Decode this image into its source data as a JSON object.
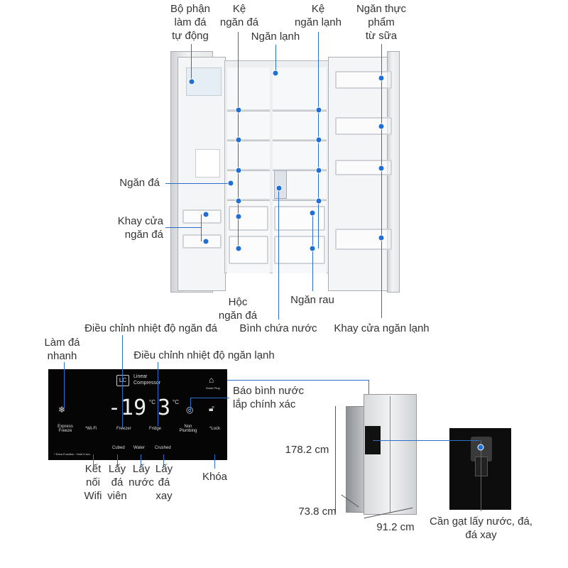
{
  "top_labels": {
    "ice_maker": [
      "Bộ phận",
      "làm đá",
      "tự động"
    ],
    "freezer_shelf": [
      "Kệ",
      "ngăn đá"
    ],
    "fridge_compartment": "Ngăn lạnh",
    "fridge_shelf": [
      "Kệ",
      "ngăn lạnh"
    ],
    "dairy": [
      "Ngăn thực",
      "phẩm",
      "từ sữa"
    ]
  },
  "side_labels": {
    "freezer": "Ngăn đá",
    "freezer_door_tray": [
      "Khay cửa",
      "ngăn đá"
    ],
    "freezer_drawer": [
      "Hộc",
      "ngăn đá"
    ],
    "water_tank": "Bình chứa nước",
    "vegetable": "Ngăn rau",
    "fridge_door_tray": "Khay cửa ngăn lạnh"
  },
  "panel_labels": {
    "freezer_temp": "Điều chỉnh nhiệt độ ngăn đá",
    "express": [
      "Làm đá",
      "nhanh"
    ],
    "fridge_temp": "Điều chỉnh nhiệt độ ngăn lạnh",
    "water_alert": [
      "Báo bình nước",
      "lắp chính xác"
    ],
    "wifi": [
      "Kết",
      "nối",
      "Wifi"
    ],
    "cubed": [
      "Lấy",
      "đá",
      "viên"
    ],
    "water": [
      "Lấy",
      "nước"
    ],
    "crushed": [
      "Lấy",
      "đá",
      "xay"
    ],
    "lock": "Khóa"
  },
  "panel": {
    "brand": "LC",
    "linear": "Linear",
    "compressor": "Compressor",
    "smart": "Smart Plug",
    "freezer_temp": "-19",
    "fridge_temp": "3",
    "unit": "°C",
    "express": "Express Freeze",
    "wifi": "*Wi-Fi",
    "freezer": "Freezer",
    "fridge": "Fridge",
    "non_plumbing": "Non Plumbing",
    "lock": "*Lock",
    "cubed": "Cubed",
    "water": "Water",
    "crushed": "Crushed",
    "extra": "* Extra Function : Hold 3 sec."
  },
  "dimensions": {
    "height": "178.2 cm",
    "depth": "73.8 cm",
    "width": "91.2 cm"
  },
  "lever": [
    "Cần gạt lấy nước, đá,",
    "đá xay"
  ],
  "colors": {
    "accent": "#1f6fd6",
    "panel": "#050505"
  }
}
